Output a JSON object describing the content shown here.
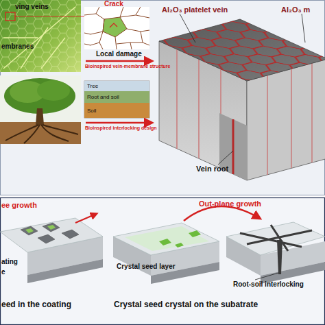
{
  "diagram": {
    "nodes": [
      {
        "text": [
          "Tree"
        ]
      },
      {
        "text": [
          "Root and soil"
        ]
      },
      {
        "text": [
          "Soil"
        ]
      }
    ],
    "labels": [
      "ving veins",
      "embranes",
      "Crack",
      "Local damage",
      "Bioinspired vein-membrane structure",
      "Bioinspired interlocking design",
      "Al₂O₃ platelet vein",
      "Al₂O₃ m",
      "Vein root",
      "ee growth",
      "Out-plane growth",
      "ating",
      "e",
      "Crystal seed layer",
      "Root-soil interlocking",
      "eed in the coating",
      "Crystal seed crystal on the subatrate"
    ]
  }
}
